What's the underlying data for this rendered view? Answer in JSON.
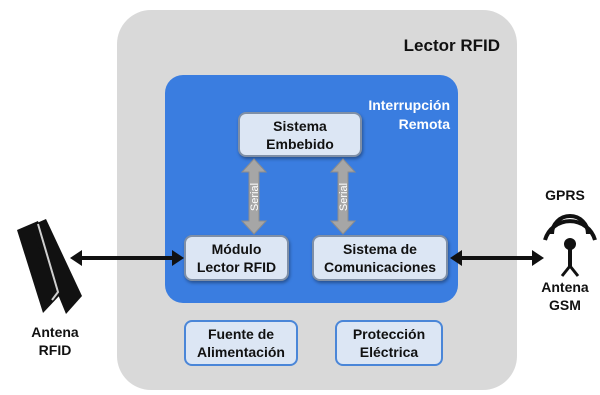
{
  "lector": {
    "title": "Lector RFID"
  },
  "interrupcion": {
    "line1": "Interrupción",
    "line2": "Remota"
  },
  "blocks": {
    "sistema": {
      "line1": "Sistema",
      "line2": "Embebido"
    },
    "modulo": {
      "line1": "Módulo",
      "line2": "Lector RFID"
    },
    "comunicaciones": {
      "line1": "Sistema de",
      "line2": "Comunicaciones"
    },
    "fuente": {
      "line1": "Fuente de",
      "line2": "Alimentación"
    },
    "proteccion": {
      "line1": "Protección",
      "line2": "Eléctrica"
    }
  },
  "links": {
    "left_serial": "Serial",
    "right_serial": "Serial"
  },
  "antena_rfid": {
    "line1": "Antena",
    "line2": "RFID"
  },
  "gprs": {
    "label": "GPRS"
  },
  "antena_gsm": {
    "line1": "Antena",
    "line2": "GSM"
  },
  "colors": {
    "outer": "#d9d9d9",
    "inner": "#3a7de0",
    "box_fill": "#dce6f4",
    "serial_arrow": "#a6a6a6"
  }
}
